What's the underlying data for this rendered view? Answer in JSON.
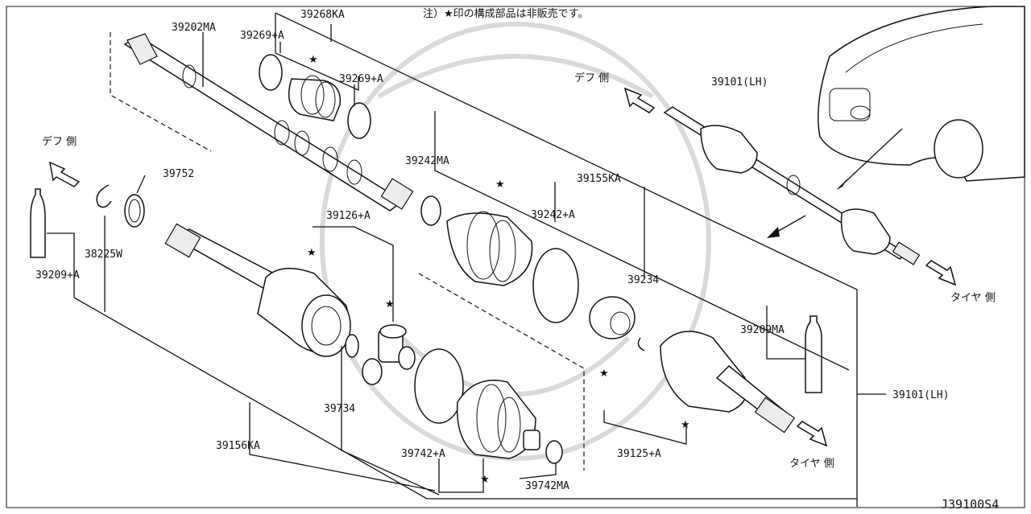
{
  "note": "注）★印の構成部品は非販売です。",
  "diagram_code": "J39100S4",
  "direction_labels": {
    "diff_side_left": "デフ 側",
    "diff_side_top": "デフ 側",
    "tire_side_top": "タイヤ 側",
    "tire_side_bottom": "タイヤ 側"
  },
  "parts": {
    "p39202MA": "39202MA",
    "p39268KA": "39268KA",
    "p39269A_top": "39269+A",
    "p39269A_right": "39269+A",
    "p39752": "39752",
    "p38225W": "38225W",
    "p39209A": "39209+A",
    "p39242MA": "39242MA",
    "p39155KA": "39155KA",
    "p39126A": "39126+A",
    "p39242A": "39242+A",
    "p39234": "39234",
    "p39209MA": "39209MA",
    "p39101LH_top": "39101(LH)",
    "p39101LH_side": "39101(LH)",
    "p39734": "39734",
    "p39156KA": "39156KA",
    "p39742A": "39742+A",
    "p39742MA": "39742MA",
    "p39125A": "39125+A"
  },
  "marker_glyph": "★"
}
